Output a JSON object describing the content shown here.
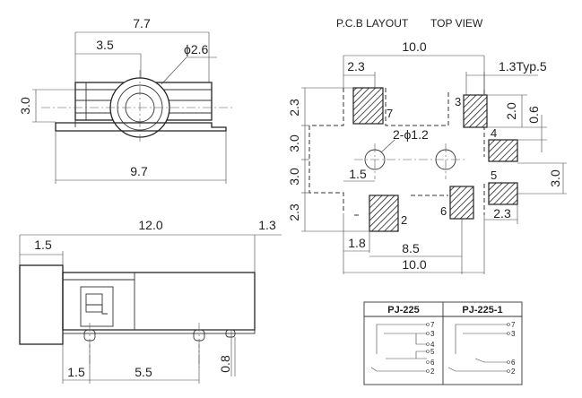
{
  "header": {
    "pcb_layout": "P.C.B LAYOUT",
    "top_view": "TOP VIEW"
  },
  "top_view_dims": {
    "width": "7.7",
    "offset": "3.5",
    "hole_dia": "ϕ2.6",
    "height": "3.0",
    "base_width": "9.7"
  },
  "side_view_dims": {
    "length": "12.0",
    "tail": "1.3",
    "head": "1.5",
    "pin_offset": "1.5",
    "pin_pitch": "5.5",
    "standoff": "0.8"
  },
  "pcb_dims": {
    "top_width": "10.0",
    "left_pad_width": "2.3",
    "pad_typ": "1.3Typ.5",
    "pad_height_right": "2.0",
    "pad_gap_right": "0.6",
    "hole_label": "2-ϕ1.2",
    "left_row_1": "2.3",
    "left_row_2": "3.0",
    "left_row_3": "3.0",
    "left_row_4": "2.3",
    "hole_offset_left": "1.5",
    "right_pad_pitch": "3.0",
    "right_pad_width": "2.3",
    "bottom_left": "1.8",
    "bottom_mid": "8.5",
    "bottom_width": "10.0"
  },
  "pins": {
    "p2": "2",
    "p3": "3",
    "p4": "4",
    "p5": "5",
    "p6": "6",
    "p7": "7"
  },
  "table": {
    "col1_title": "PJ-225",
    "col2_title": "PJ-225-1",
    "col1_pins": [
      "7",
      "3",
      "4",
      "5",
      "6",
      "2"
    ],
    "col2_pins": [
      "7",
      "3",
      "6",
      "2"
    ]
  }
}
